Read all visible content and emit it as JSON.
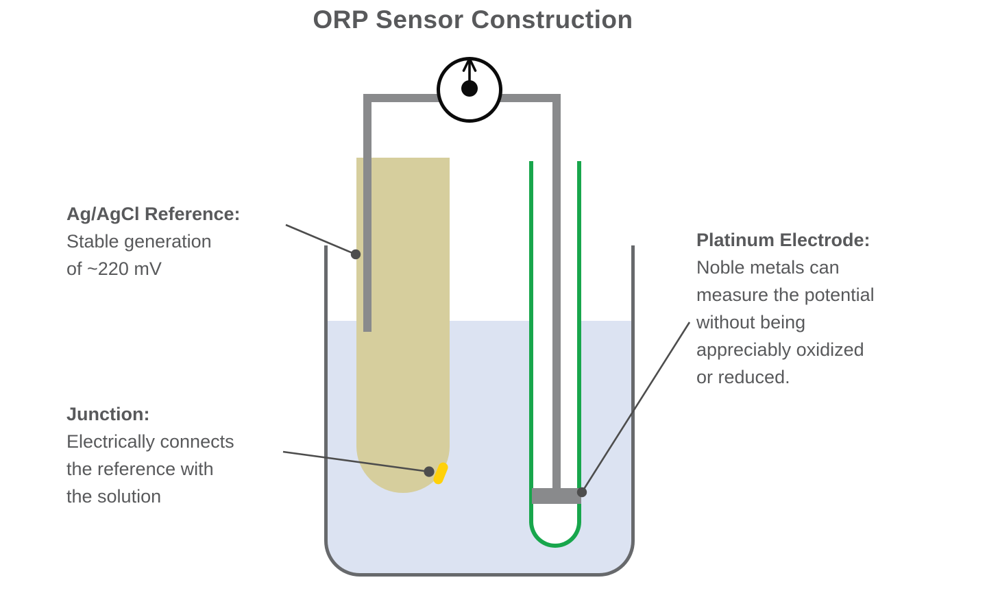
{
  "title": "ORP Sensor Construction",
  "colors": {
    "text": "#58595b",
    "wire": "#898a8c",
    "beaker": "#67696c",
    "solution": "#dce3f2",
    "tan": "#d6ce9d",
    "green": "#18a64c",
    "junction": "#ffd10a",
    "meter": "#0b0b0b",
    "leader": "#4d4d4d"
  },
  "annotations": {
    "reference": {
      "heading": "Ag/AgCl Reference:",
      "lines": [
        "Stable generation",
        "of ~220 mV"
      ]
    },
    "junction": {
      "heading": "Junction:",
      "lines": [
        "Electrically connects",
        "the reference with",
        "the solution"
      ]
    },
    "platinum": {
      "heading": "Platinum Electrode:",
      "lines": [
        "Noble metals can",
        "measure the potential",
        "without being",
        "appreciably oxidized",
        "or reduced."
      ]
    }
  }
}
